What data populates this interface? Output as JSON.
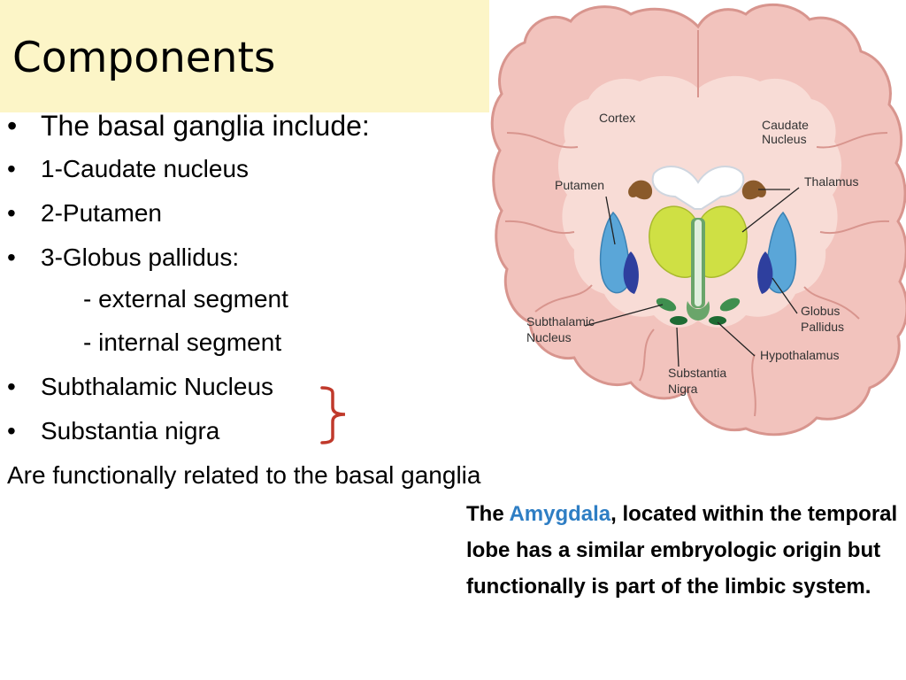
{
  "slide": {
    "title": "Components",
    "bullets": [
      {
        "text": "The basal ganglia include:"
      },
      {
        "text": "1-Caudate nucleus"
      },
      {
        "text": "2-Putamen"
      },
      {
        "text": "3-Globus pallidus:"
      },
      {
        "text": "Subthalamic Nucleus"
      },
      {
        "text": "Substantia nigra"
      }
    ],
    "sub_items": [
      "- external segment",
      "- internal segment"
    ],
    "bullet_glyph": "•",
    "note": "Are functionally related to the basal ganglia",
    "amygdala": {
      "prefix": "The ",
      "highlight": "Amygdala",
      "suffix": ", located within the temporal lobe has a similar embryologic origin but functionally is part of the limbic system."
    },
    "colors": {
      "title_bg": "#fcf5c7",
      "highlight": "#2e7ec4",
      "bracket": "#c0392b"
    }
  },
  "diagram": {
    "labels": {
      "cortex": "Cortex",
      "caudate_1": "Caudate",
      "caudate_2": "Nucleus",
      "thalamus": "Thalamus",
      "putamen": "Putamen",
      "subthalamic_1": "Subthalamic",
      "subthalamic_2": "Nucleus",
      "globus_1": "Globus",
      "globus_2": "Pallidus",
      "hypothalamus": "Hypothalamus",
      "substantia_1": "Substantia",
      "substantia_2": "Nigra"
    }
  }
}
